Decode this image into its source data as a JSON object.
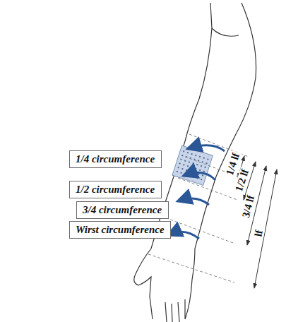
{
  "diagram": {
    "nodes": [
      {
        "text": [
          "1/4 circumference"
        ]
      },
      {
        "text": [
          "1/2 circumference"
        ]
      },
      {
        "text": [
          "3/4 circumference"
        ]
      },
      {
        "text": [
          "Wirst circumference"
        ]
      }
    ],
    "labels": [
      "1/4 lf",
      "1/2 lf",
      "3/4 lf",
      "lf"
    ]
  }
}
